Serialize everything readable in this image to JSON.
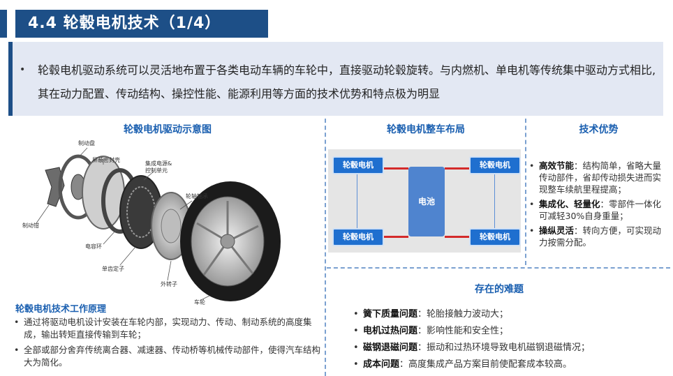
{
  "header": {
    "title": "4.4 轮毂电机技术（1/4）"
  },
  "intro": {
    "bullet": "•",
    "text": "轮毂电机驱动系统可以灵活地布置于各类电动车辆的车轮中，直接驱动轮毂旋转。与内燃机、单电机等传统集中驱动方式相比,其在动力配置、传动结构、操控性能、能源利用等方面的技术优势和特点极为明显"
  },
  "diagram": {
    "title": "轮毂电机驱动示意图",
    "parts": {
      "brake_disc": "制动盘",
      "shield_cover": "屏蔽密封壳",
      "power_control": "集成电源&\n控制单元",
      "bearing": "轮轴轴承",
      "caliper": "制动钳",
      "capacitor_ring": "电容环",
      "stator": "单齿定子",
      "outer_rotor": "外转子",
      "wheel": "车轮"
    }
  },
  "layout": {
    "title": "轮毂电机整车布局",
    "motor_label": "轮毂电机",
    "battery_label": "电池"
  },
  "advantages": {
    "title": "技术优势",
    "items": [
      {
        "key": "高效节能",
        "text": "：结构简单，省略大量传动部件，省却传动损失进而实现整车续航里程提高；"
      },
      {
        "key": "集成化、轻量化",
        "text": "：零部件一体化可减轻30%自身重量；"
      },
      {
        "key": "操纵灵活",
        "text": "：转向方便，可实现动力按需分配。"
      }
    ]
  },
  "difficulties": {
    "title": "存在的难题",
    "items": [
      {
        "key": "簧下质量问题",
        "text": "：轮胎接触力波动大；"
      },
      {
        "key": "电机过热问题",
        "text": "：影响性能和安全性；"
      },
      {
        "key": "磁钢退磁问题",
        "text": "：振动和过热环境导致电机磁钢退磁情况；"
      },
      {
        "key": "成本问题",
        "text": "：高度集成产品方案目前使配套成本较高。"
      }
    ]
  },
  "principle": {
    "title": "轮毂电机技术工作原理",
    "items": [
      "通过将驱动电机设计安装在车轮内部，实现动力、传动、制动系统的高度集成，输出转矩直接传输到车轮；",
      "全部或部分舍弃传统离合器、减速器、传动桥等机械传动部件，使得汽车结构大为简化。"
    ]
  },
  "colors": {
    "primary": "#1d4f87",
    "accent": "#1a5fb0",
    "motor": "#1f6fcf",
    "battery": "#4f84cf",
    "wire": "#d42a2a",
    "panel": "#e3e8f3"
  }
}
